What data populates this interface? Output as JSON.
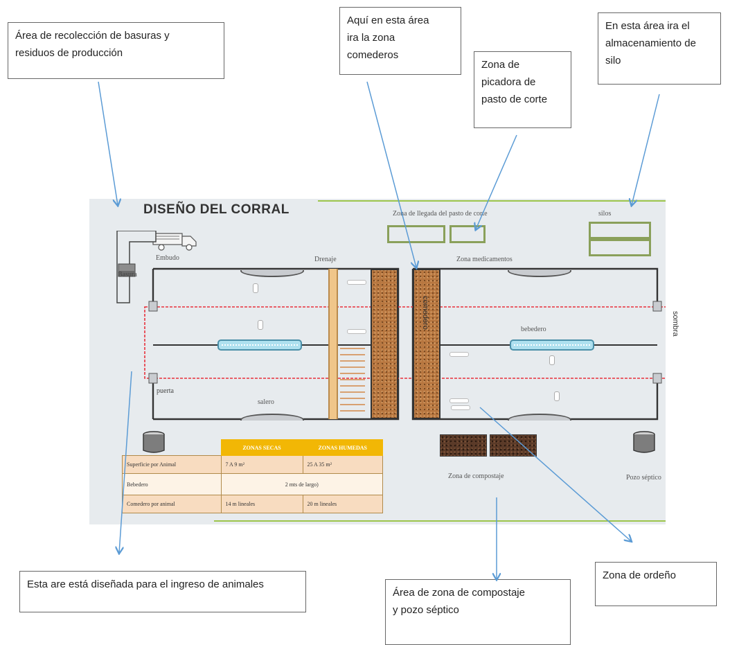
{
  "callouts": {
    "basuras": "Área de recolección de basuras y\nresiduos de producción",
    "comederos": "Aquí en esta área\nira la zona\ncomederos",
    "picadora": "Zona de\npicadora de\npasto de corte",
    "silo": "En esta área ira el\nalmacenamiento de\nsilo",
    "ingreso": "Esta are está diseñada  para el ingreso de animales",
    "ordeno": "Zona de ordeño",
    "compostaje": "Área de zona de compostaje\ny pozo séptico"
  },
  "plan": {
    "title": "DISEÑO DEL CORRAL",
    "labels": {
      "llegada": "Zona de llegada del pasto de corte",
      "silos": "silos",
      "embudo": "Embudo",
      "drenaje": "Drenaje",
      "medicamentos": "Zona medicamentos",
      "basura": "Basura",
      "comedero": "comedero",
      "bebedero": "bebedero",
      "sombra": "sombra",
      "puerta": "puerta",
      "salero": "salero",
      "compostaje": "Zona de compostaje",
      "pozo": "Pozo séptico"
    },
    "table": {
      "headers": [
        "ZONAS SECAS",
        "ZONAS HUMEDAS"
      ],
      "rows": [
        {
          "label": "Superficie por Animal",
          "secas": "7 A 9 m²",
          "humedas": "25  A 35 m²"
        },
        {
          "label": "Bebedero",
          "both": "2 mts de largo)"
        },
        {
          "label": "Comedero por animal",
          "secas": "14 m lineales",
          "humedas": "20 m lineales"
        }
      ]
    }
  },
  "colors": {
    "arrow": "#5b9bd5",
    "plan_background": "#e7ebee",
    "green_border": "#8aa05a",
    "table_header": "#f2b705",
    "sombra_dash": "#e8303a"
  }
}
